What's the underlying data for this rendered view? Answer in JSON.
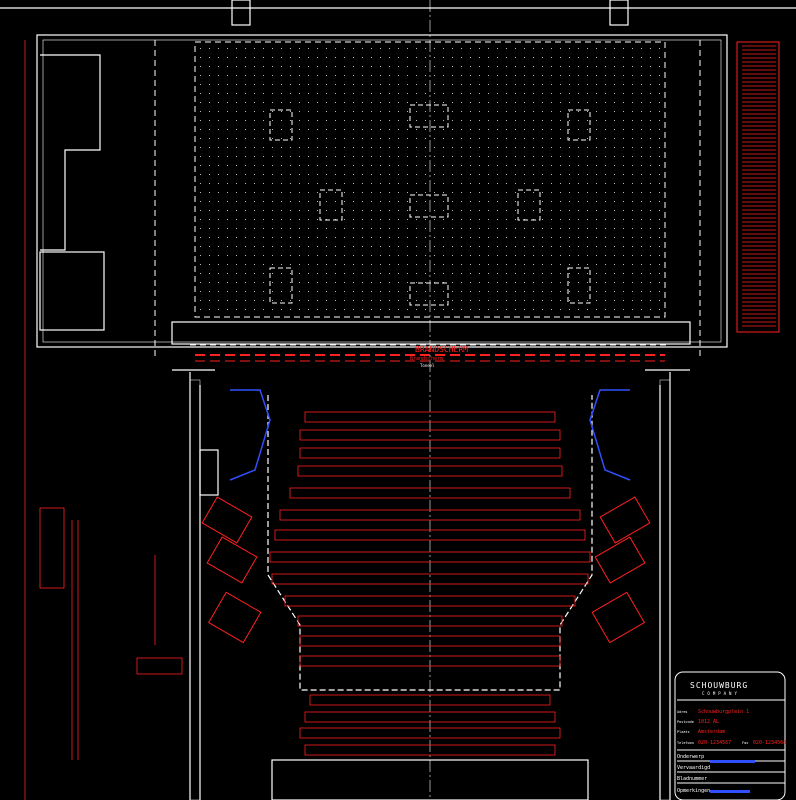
{
  "drawing": {
    "fire_curtain_label": "BRANDSCHERM",
    "fire_curtain_sublabel": "Brandscherm",
    "stage_label": "Toneel",
    "title_block": {
      "logo_text": "SCHOUWBURG",
      "logo_subtext": "COMPANY",
      "fields": [
        {
          "label": "Adres",
          "value": "Schouwburgplein 1"
        },
        {
          "label": "Postcode",
          "value": "1012 AL"
        },
        {
          "label": "Plaats",
          "value": "Amsterdam"
        },
        {
          "label": "Telefoon",
          "value": "020-1234567"
        },
        {
          "label": "Fax",
          "value": "020-1234568"
        }
      ],
      "rows": [
        {
          "label": "Onderwerp"
        },
        {
          "label": "Vervaardigd"
        },
        {
          "label": "Bladnummer"
        },
        {
          "label": "Opmerkingen"
        }
      ]
    },
    "colors": {
      "wall": "#ffffff",
      "seating": "#ff2020",
      "annotation": "#3050ff",
      "background": "#000000"
    }
  }
}
